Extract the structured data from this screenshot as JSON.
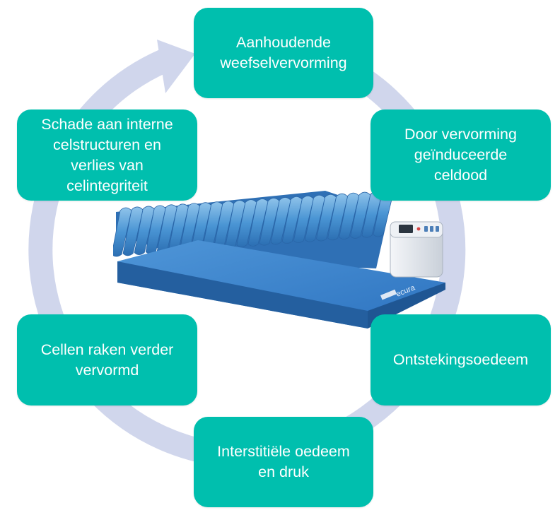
{
  "colors": {
    "node_fill": "#00bfae",
    "cycle_arrow": "#d0d6ec",
    "node_text": "#ffffff",
    "mattress_blue": "#3a7fc8",
    "pump_body": "#e9edf2"
  },
  "cycle": {
    "direction": "clockwise",
    "nodes": [
      {
        "id": "top",
        "label": "Aanhoudende\nweefselvervorming"
      },
      {
        "id": "top-right",
        "label": "Door vervorming\ngeïnduceerde\nceldood"
      },
      {
        "id": "right",
        "label": "Ontstekingsoedeem"
      },
      {
        "id": "bottom",
        "label": "Interstitiële oedeem\nen druk"
      },
      {
        "id": "left",
        "label": "Cellen raken verder\nvervormd"
      },
      {
        "id": "top-left",
        "label": "Schade aan interne\ncelstructuren en\nverlies van\ncelintegriteit"
      }
    ]
  },
  "illustration": {
    "subject": "alternating-pressure-air-mattress-with-pump",
    "brand_text": "ecura"
  }
}
